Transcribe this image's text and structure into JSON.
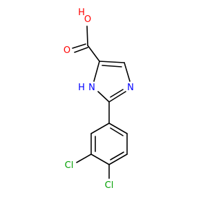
{
  "molecule": {
    "atom_labels": {
      "hydroxyl_o": "O",
      "hydroxyl_h": "H",
      "carbonyl_o": "O",
      "nh_h": "H",
      "nh_n": "N",
      "imine_n": "N",
      "chlorine_3": "Cl",
      "chlorine_4": "Cl"
    }
  },
  "colors": {
    "bond": "#000000",
    "oxygen": "#ff0000",
    "nitrogen": "#0000ff",
    "chlorine": "#00a000"
  }
}
